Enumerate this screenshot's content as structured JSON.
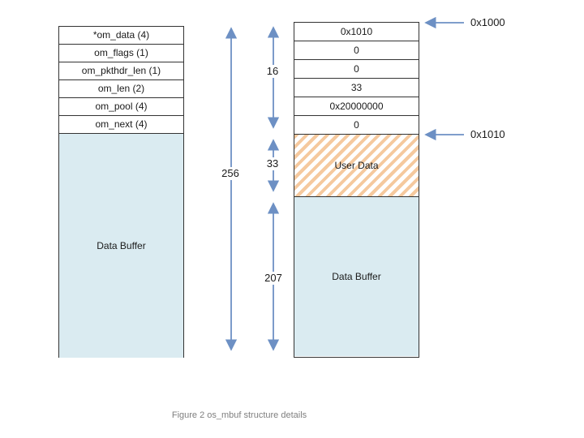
{
  "figure": {
    "caption": "Figure 2 os_mbuf structure details"
  },
  "left_struct": {
    "fields": [
      "*om_data (4)",
      "om_flags (1)",
      "om_pkthdr_len (1)",
      "om_len (2)",
      "om_pool (4)",
      "om_next (4)"
    ],
    "buffer_label": "Data Buffer"
  },
  "right_struct": {
    "values": [
      "0x1010",
      "0",
      "0",
      "33",
      "0x20000000",
      "0"
    ],
    "user_data_label": "User Data",
    "buffer_label": "Data Buffer"
  },
  "measurements": {
    "total": "256",
    "header": "16",
    "user_data": "33",
    "buffer": "207"
  },
  "addresses": {
    "base": "0x1000",
    "data_start": "0x1010"
  },
  "colors": {
    "buffer_fill": "#daebf1",
    "hatch_stripe": "#f5c99e",
    "arrow_blue": "#6d90c4",
    "border": "#333333",
    "caption_gray": "#7f7f7f"
  }
}
